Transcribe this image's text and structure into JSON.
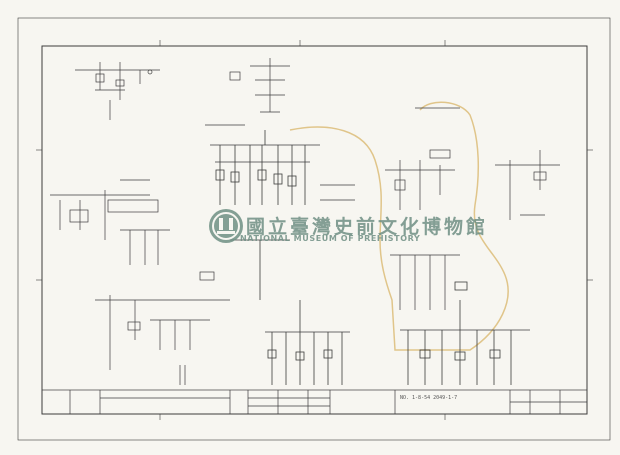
{
  "watermark": {
    "text_cn": "國立臺灣史前文化博物館",
    "text_en": "NATIONAL MUSEUM OF PREHISTORY",
    "color": "#6f8f84",
    "logo": "museum-seal-icon"
  },
  "title_block": {
    "drawing_no": "NO. 1-8-54 2049-1-7"
  },
  "colors": {
    "ink": "#3c3c3c",
    "paper": "#f7f6f1",
    "highlight": "#e0c58a"
  }
}
